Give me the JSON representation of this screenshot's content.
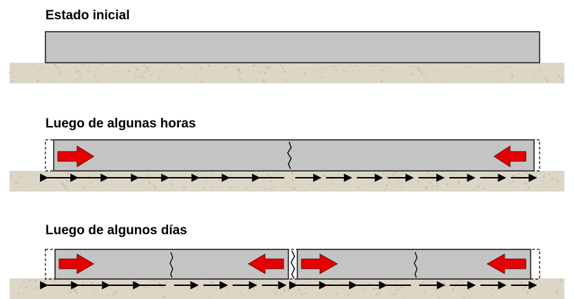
{
  "stages": [
    {
      "title": "Estado inicial"
    },
    {
      "title": "Luego de algunas horas"
    },
    {
      "title": "Luego de algunos días"
    }
  ],
  "colors": {
    "slab": "#c4c4c4",
    "slab_stroke": "#1a1a1a",
    "ground": "#dcd6c6",
    "ground_speck": "#c9c1ad",
    "arrow_fill": "#e60000",
    "arrow_stroke": "#6b0000",
    "friction_arrow": "#000000"
  }
}
